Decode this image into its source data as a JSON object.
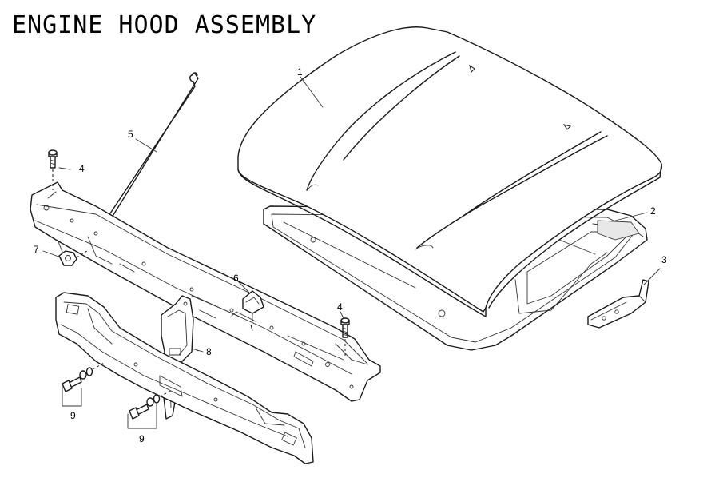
{
  "title": "ENGINE HOOD ASSEMBLY",
  "callouts": {
    "c1": "1",
    "c2": "2",
    "c3": "3",
    "c4a": "4",
    "c4b": "4",
    "c5": "5",
    "c6": "6",
    "c7": "7",
    "c8": "8",
    "c9a": "9",
    "c9b": "9"
  },
  "parts": [
    {
      "number": "1",
      "icon": "engine-hood-panel-icon"
    },
    {
      "number": "2",
      "icon": "hood-inner-frame-icon"
    },
    {
      "number": "3",
      "icon": "hood-hinge-bracket-icon"
    },
    {
      "number": "4",
      "icon": "bolt-icon"
    },
    {
      "number": "5",
      "icon": "hood-support-rod-icon"
    },
    {
      "number": "6",
      "icon": "hood-latch-clip-icon"
    },
    {
      "number": "7",
      "icon": "nut-icon"
    },
    {
      "number": "8",
      "icon": "latch-support-bracket-icon"
    },
    {
      "number": "9",
      "icon": "bolt-and-washer-icon"
    }
  ],
  "colors": {
    "line": "#1a1a1a",
    "background": "#ffffff"
  }
}
